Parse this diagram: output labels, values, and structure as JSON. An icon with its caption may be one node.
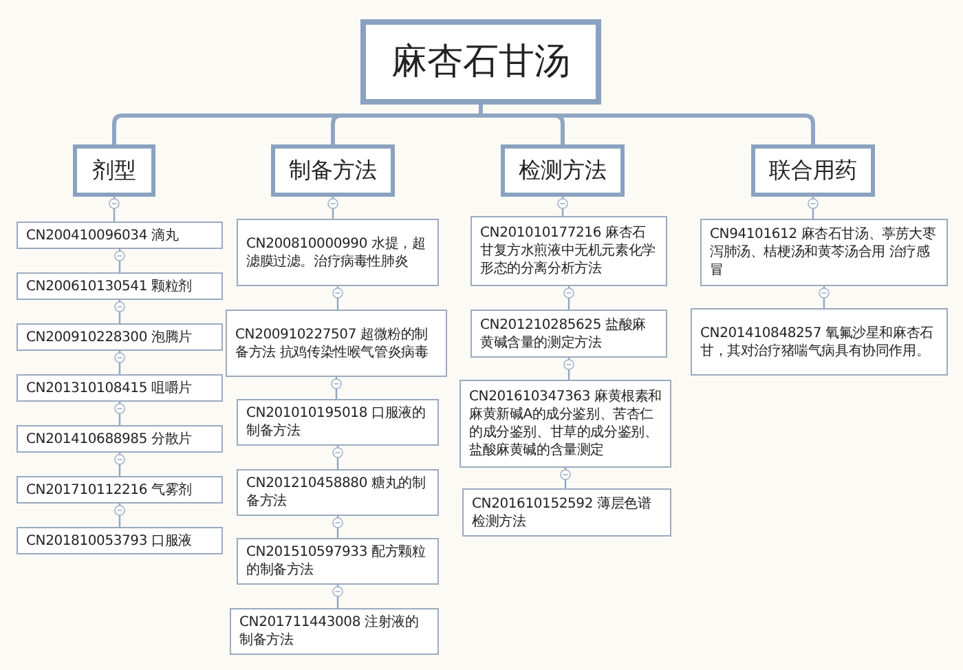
{
  "diagram": {
    "nodes": [
      {
        "text": [
          "麻杏石甘汤"
        ]
      },
      {
        "text": [
          "剂型"
        ]
      },
      {
        "text": [
          "制备方法"
        ]
      },
      {
        "text": [
          "检测方法"
        ]
      },
      {
        "text": [
          "联合用药"
        ]
      },
      {
        "text": [
          "CN200410096034 滴丸"
        ]
      },
      {
        "text": [
          "CN200610130541 颗粒剂"
        ]
      },
      {
        "text": [
          "CN200910228300 泡腾片"
        ]
      },
      {
        "text": [
          "CN201310108415 咀嚼片"
        ]
      },
      {
        "text": [
          "CN201410688985 分散片"
        ]
      },
      {
        "text": [
          "CN201710112216 气雾剂"
        ]
      },
      {
        "text": [
          "CN201810053793 口服液"
        ]
      },
      {
        "text": [
          "CN200810000990 水提，超滤膜过滤。治疗病毒性肺炎"
        ]
      },
      {
        "text": [
          "CN200910227507 超微粉的制备方法 抗鸡传染性喉气管炎病毒"
        ]
      },
      {
        "text": [
          "CN201010195018 口服液的制备方法"
        ]
      },
      {
        "text": [
          "CN201210458880 糖丸的制备方法"
        ]
      },
      {
        "text": [
          "CN201510597933 配方颗粒的制备方法"
        ]
      },
      {
        "text": [
          "CN201711443008 注射液的制备方法"
        ]
      },
      {
        "text": [
          "CN201010177216 麻杏石甘复方水煎液中无机元素化学形态的分离分析方法"
        ]
      },
      {
        "text": [
          "CN201210285625 盐酸麻黄碱含量的测定方法"
        ]
      },
      {
        "text": [
          "CN201610347363 麻黄根素和麻黄新碱A的成分鉴别、苦杏仁的成分鉴别、甘草的成分鉴别、盐酸麻黄碱的含量测定"
        ]
      },
      {
        "text": [
          "CN201610152592 薄层色谱检测方法"
        ]
      },
      {
        "text": [
          "CN94101612 麻杏石甘汤、葶苈大枣泻肺汤、桔梗汤和黄芩汤合用 治疗感冒"
        ]
      },
      {
        "text": [
          "CN201410848257 氧氟沙星和麻杏石甘，其对治疗猪喘气病具有协同作用。"
        ]
      }
    ],
    "edges": [
      {
        "from": 0,
        "to": 1,
        "arrow": "none",
        "style": "thick"
      },
      {
        "from": 0,
        "to": 2,
        "arrow": "none",
        "style": "thick"
      },
      {
        "from": 0,
        "to": 3,
        "arrow": "none",
        "style": "thick"
      },
      {
        "from": 0,
        "to": 4,
        "arrow": "none",
        "style": "thick"
      },
      {
        "from": 1,
        "to": 5,
        "arrow": "none"
      },
      {
        "from": 5,
        "to": 6,
        "arrow": "none"
      },
      {
        "from": 6,
        "to": 7,
        "arrow": "none"
      },
      {
        "from": 7,
        "to": 8,
        "arrow": "none"
      },
      {
        "from": 8,
        "to": 9,
        "arrow": "none"
      },
      {
        "from": 9,
        "to": 10,
        "arrow": "none"
      },
      {
        "from": 10,
        "to": 11,
        "arrow": "none"
      },
      {
        "from": 2,
        "to": 12,
        "arrow": "none"
      },
      {
        "from": 12,
        "to": 13,
        "arrow": "none"
      },
      {
        "from": 13,
        "to": 14,
        "arrow": "none"
      },
      {
        "from": 14,
        "to": 15,
        "arrow": "none"
      },
      {
        "from": 15,
        "to": 16,
        "arrow": "none"
      },
      {
        "from": 16,
        "to": 17,
        "arrow": "none"
      },
      {
        "from": 3,
        "to": 18,
        "arrow": "none"
      },
      {
        "from": 18,
        "to": 19,
        "arrow": "none"
      },
      {
        "from": 19,
        "to": 20,
        "arrow": "none"
      },
      {
        "from": 20,
        "to": 21,
        "arrow": "none"
      },
      {
        "from": 4,
        "to": 22,
        "arrow": "none"
      },
      {
        "from": 22,
        "to": 23,
        "arrow": "none"
      }
    ]
  }
}
